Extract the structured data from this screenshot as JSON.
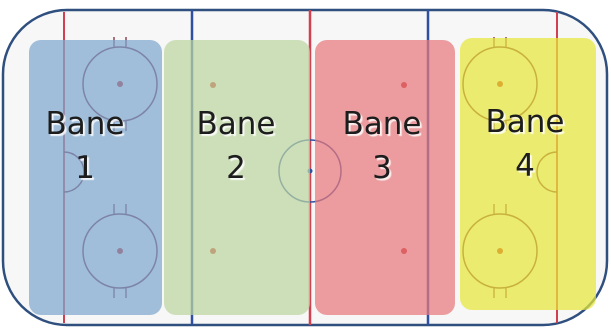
{
  "lanes": [
    {
      "word": "Bane",
      "number": "1",
      "color": "#7ea7cf"
    },
    {
      "word": "Bane",
      "number": "2",
      "color": "#bcd6a1"
    },
    {
      "word": "Bane",
      "number": "3",
      "color": "#e8787c"
    },
    {
      "word": "Bane",
      "number": "4",
      "color": "#e6e63a"
    }
  ],
  "rink": {
    "board_color": "#2f4f7f",
    "blue_line_color": "#2f4fa0",
    "red_line_color": "#d04050",
    "circle_color": "#7a2a40",
    "dot_color": "#c02020"
  }
}
